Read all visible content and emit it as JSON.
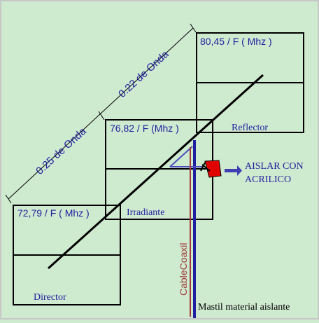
{
  "colors": {
    "background": "#ceeacf",
    "frame": "#c7c7c7",
    "line": "#000000",
    "blue": "#1f1f9f",
    "cable": "#a23a3a",
    "clamp": "#e00000",
    "arrow": "#3f3fb3"
  },
  "labels": {
    "reflector_formula": "80,45 / F ( Mhz )",
    "irradiante_formula": "76,82 / F (Mhz )",
    "director_formula": "72,79 / F ( Mhz )",
    "reflector": "Reflector",
    "irradiante": "Irradiante",
    "director": "Director",
    "spacing_reflector": "0.22 de Onda",
    "spacing_director": "0.25 de Onda",
    "cable": "CableCoaxil",
    "mast": "Mastil material aislante",
    "insulate_line1": "AISLAR CON",
    "insulate_line2": "ACRILICO"
  },
  "icons": {
    "clamp": "red-insulator-icon",
    "pointer": "right-arrow-icon"
  }
}
